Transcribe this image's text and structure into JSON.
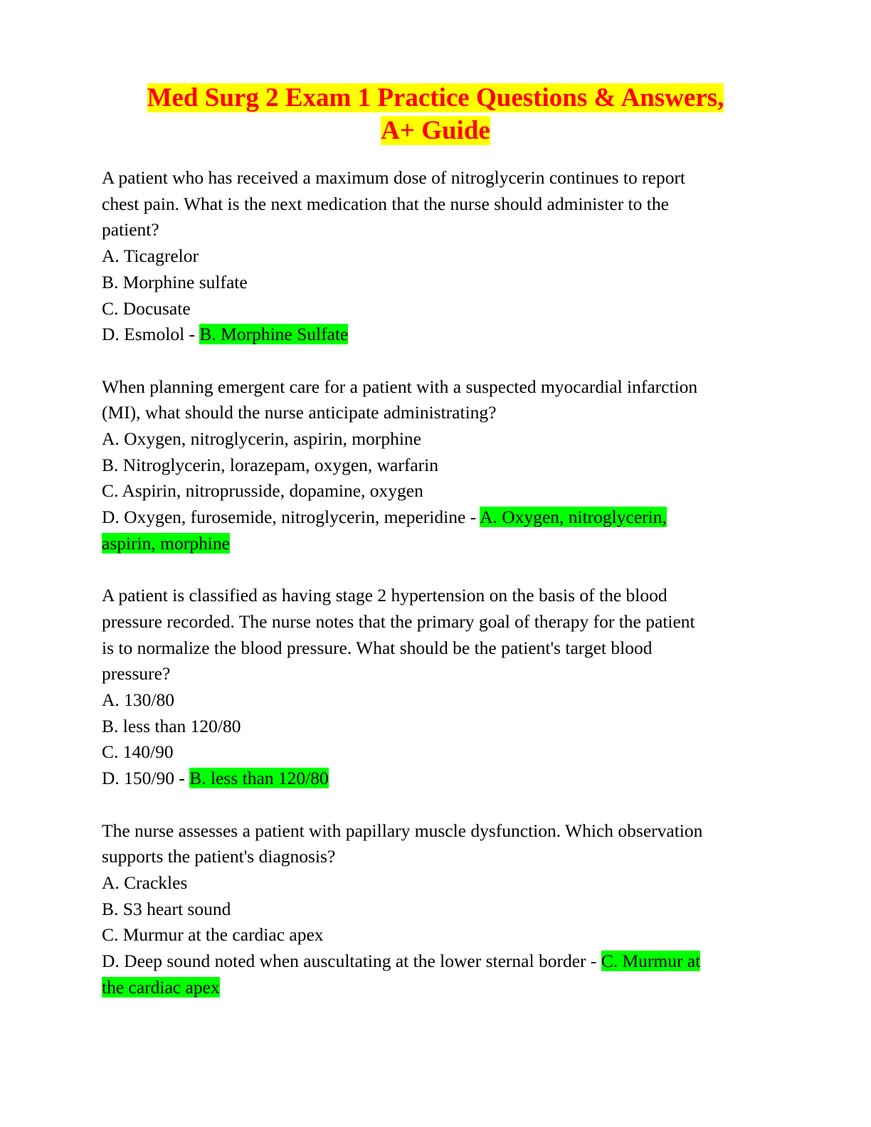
{
  "document": {
    "title_line1": "Med Surg 2 Exam 1 Practice Questions & Answers,",
    "title_line2": "A+ Guide",
    "highlight_colors": {
      "title_background": "#ffff00",
      "title_text": "#ff0000",
      "answer_background": "#00ff00"
    }
  },
  "questions": [
    {
      "stem_lines": [
        "A patient who has received a maximum dose of nitroglycerin continues to report",
        "chest pain. What is the next medication that the nurse should administer to the",
        "patient?"
      ],
      "options": [
        "A. Ticagrelor",
        "B. Morphine sulfate",
        "C. Docusate"
      ],
      "last_option": "D. Esmolol - ",
      "answer_line1": "B. Morphine Sulfate",
      "answer_line2": ""
    },
    {
      "stem_lines": [
        "When planning emergent care for a patient with a suspected myocardial infarction",
        "(MI), what should the nurse anticipate administrating?"
      ],
      "options": [
        "A. Oxygen, nitroglycerin, aspirin, morphine",
        "B. Nitroglycerin, lorazepam, oxygen, warfarin",
        "C. Aspirin, nitroprusside, dopamine, oxygen"
      ],
      "last_option": "D. Oxygen, furosemide, nitroglycerin, meperidine - ",
      "answer_line1": "A. Oxygen, nitroglycerin,",
      "answer_line2": "aspirin, morphine"
    },
    {
      "stem_lines": [
        "A patient is classified as having stage 2 hypertension on the basis of the blood",
        "pressure recorded. The nurse notes that the primary goal of therapy for the patient",
        "is to normalize the blood pressure. What should be the patient's target blood",
        "pressure?"
      ],
      "options": [
        "A. 130/80",
        "B. less than 120/80",
        "C. 140/90"
      ],
      "last_option": "D. 150/90 - ",
      "answer_line1": "B. less than 120/80",
      "answer_line2": ""
    },
    {
      "stem_lines": [
        "The nurse assesses a patient with papillary muscle dysfunction. Which observation",
        "supports the patient's diagnosis?"
      ],
      "options": [
        "A. Crackles",
        "B. S3 heart sound",
        "C. Murmur at the cardiac apex"
      ],
      "last_option": "D. Deep sound noted when auscultating at the lower sternal border - ",
      "answer_line1": "C. Murmur at",
      "answer_line2": "the cardiac apex"
    }
  ]
}
